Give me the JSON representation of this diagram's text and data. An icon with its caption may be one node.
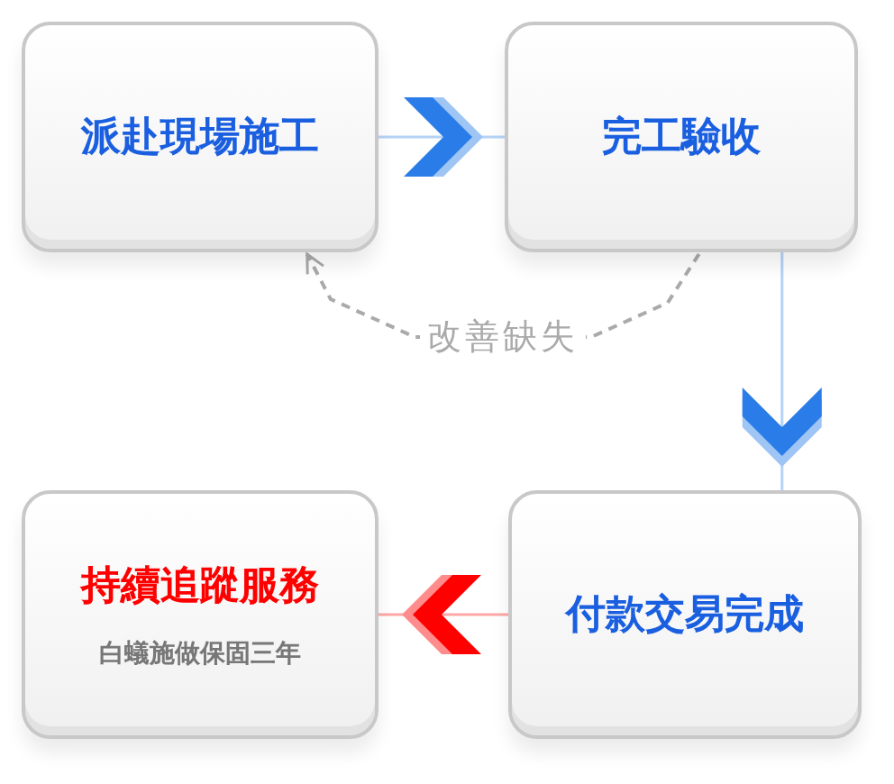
{
  "diagram": {
    "nodes": [
      {
        "text": [
          "派赴現場施工"
        ]
      },
      {
        "text": [
          "完工驗收"
        ]
      },
      {
        "text": [
          "付款交易完成"
        ]
      },
      {
        "text": [
          "持續追蹤服務",
          "白蟻施做保固三年"
        ]
      }
    ],
    "edges": [
      {
        "from": 0,
        "to": 1,
        "arrow": "to"
      },
      {
        "from": 1,
        "to": 2,
        "arrow": "to"
      },
      {
        "from": 2,
        "to": 3,
        "arrow": "to",
        "color": "#ff0000"
      },
      {
        "from": 1,
        "to": 0,
        "arrow": "to",
        "style": "dashed",
        "color": "#aaaaaa",
        "label": "改善缺失"
      }
    ]
  }
}
